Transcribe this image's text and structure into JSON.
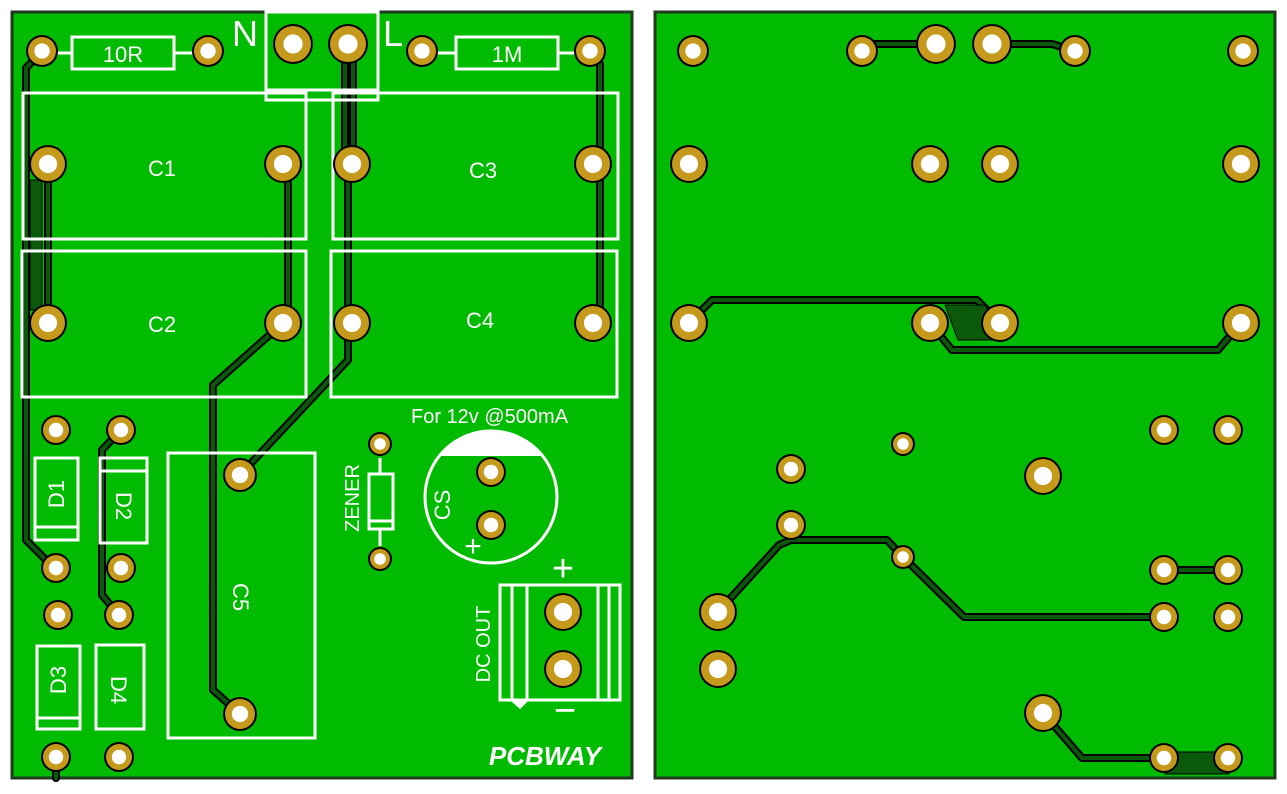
{
  "board": {
    "colors": {
      "pcb": "#00bb00",
      "copper_trace": "#0b5a0b",
      "trace_outline": "#000000",
      "pad_ring": "#c59a1c",
      "pad_hole": "#ffffff",
      "silkscreen": "#ffffff",
      "edge": "#1f3a1f"
    },
    "front": {
      "labels": {
        "neutral": "N",
        "live": "L",
        "resistor_1": "10R",
        "resistor_2": "1M",
        "cap_1": "C1",
        "cap_2": "C2",
        "cap_3": "C3",
        "cap_4": "C4",
        "cap_5": "C5",
        "cap_s": "CS",
        "diode_1": "D1",
        "diode_2": "D2",
        "diode_3": "D3",
        "diode_4": "D4",
        "zener": "ZENER",
        "rating_note": "For 12v @500mA",
        "output": "DC OUT",
        "plus": "+",
        "minus": "−",
        "cs_plus": "+",
        "brand": "PCBWAY"
      }
    }
  }
}
